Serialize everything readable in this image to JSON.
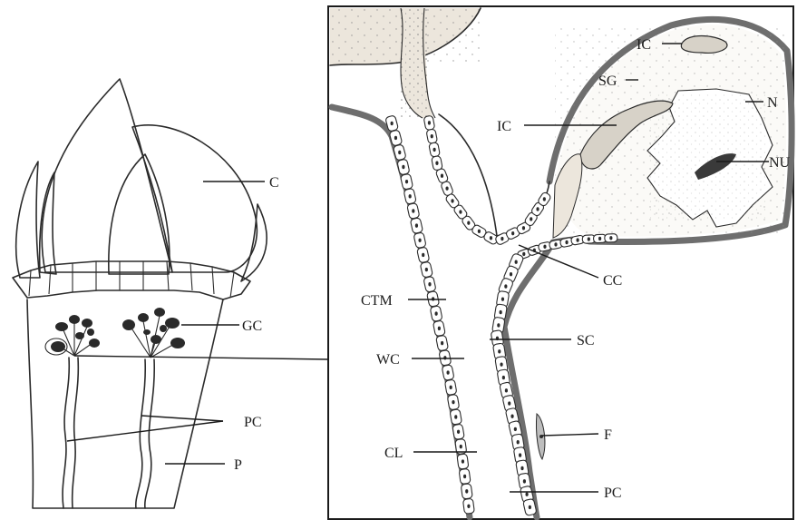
{
  "diagram": {
    "labels": {
      "c": "C",
      "gc": "GC",
      "pc_left": "PC",
      "p": "P",
      "ic_top": "IC",
      "sg": "SG",
      "ic_mid": "IC",
      "n": "N",
      "nu": "NU",
      "cc": "CC",
      "ctm": "CTM",
      "sc": "SC",
      "wc": "WC",
      "f": "F",
      "cl": "CL",
      "pc_right": "PC"
    }
  }
}
